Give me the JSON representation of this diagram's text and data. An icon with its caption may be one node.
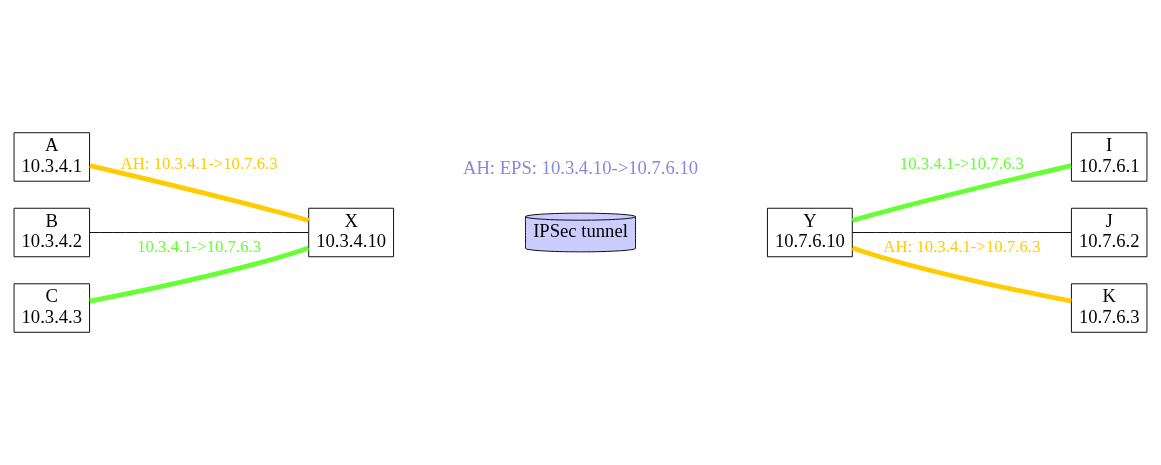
{
  "diagram": {
    "nodes": [
      {
        "text": [
          "A",
          "10.3.4.1"
        ]
      },
      {
        "text": [
          "B",
          "10.3.4.2"
        ]
      },
      {
        "text": [
          "C",
          "10.3.4.3"
        ]
      },
      {
        "text": [
          "X",
          "10.3.4.10"
        ]
      },
      {
        "text": [
          "IPSec tunnel"
        ]
      },
      {
        "text": [
          "Y",
          "10.7.6.10"
        ]
      },
      {
        "text": [
          "I",
          "10.7.6.1"
        ]
      },
      {
        "text": [
          "J",
          "10.7.6.2"
        ]
      },
      {
        "text": [
          "K",
          "10.7.6.3"
        ]
      }
    ],
    "edges": [
      {
        "from": 0,
        "to": 3,
        "arrow": "none",
        "label": "AH: 10.3.4.1->10.7.6.3",
        "color": "#ffcc00"
      },
      {
        "from": 1,
        "to": 3,
        "arrow": "none",
        "color": "#000000"
      },
      {
        "from": 2,
        "to": 3,
        "arrow": "none",
        "label": "10.3.4.1->10.7.6.3",
        "color": "#66ff33"
      },
      {
        "from": 5,
        "to": 6,
        "arrow": "none",
        "label": "10.3.4.1->10.7.6.3",
        "color": "#66ff33"
      },
      {
        "from": 5,
        "to": 7,
        "arrow": "none",
        "color": "#000000"
      },
      {
        "from": 5,
        "to": 8,
        "arrow": "none",
        "label": "AH: 10.3.4.1->10.7.6.3",
        "color": "#ffcc00"
      }
    ],
    "labels": [
      "AH: EPS: 10.3.4.10->10.7.6.10"
    ]
  }
}
